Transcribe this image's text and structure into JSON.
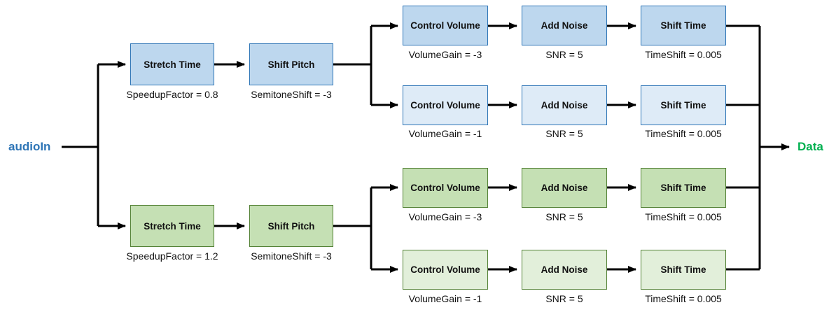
{
  "diagram": {
    "input": {
      "label": "audioIn"
    },
    "output": {
      "label": "Data"
    },
    "colors": {
      "blue_medium_fill": "#BDD7EE",
      "blue_light_fill": "#DEEBF7",
      "blue_border": "#2E75B6",
      "green_medium_fill": "#C5E0B4",
      "green_light_fill": "#E2EFDA",
      "green_border": "#538135",
      "wire": "#000000",
      "input_text": "#2E75B6",
      "output_text": "#00B050"
    },
    "branches": {
      "top": {
        "stretch_time": {
          "label": "Stretch Time",
          "param": "SpeedupFactor = 0.8"
        },
        "shift_pitch": {
          "label": "Shift Pitch",
          "param": "SemitoneShift = -3"
        },
        "chains": [
          {
            "control_volume": {
              "label": "Control Volume",
              "param": "VolumeGain = -3"
            },
            "add_noise": {
              "label": "Add Noise",
              "param": "SNR = 5"
            },
            "shift_time": {
              "label": "Shift Time",
              "param": "TimeShift = 0.005"
            }
          },
          {
            "control_volume": {
              "label": "Control Volume",
              "param": "VolumeGain = -1"
            },
            "add_noise": {
              "label": "Add Noise",
              "param": "SNR = 5"
            },
            "shift_time": {
              "label": "Shift Time",
              "param": "TimeShift = 0.005"
            }
          }
        ]
      },
      "bottom": {
        "stretch_time": {
          "label": "Stretch Time",
          "param": "SpeedupFactor = 1.2"
        },
        "shift_pitch": {
          "label": "Shift Pitch",
          "param": "SemitoneShift = -3"
        },
        "chains": [
          {
            "control_volume": {
              "label": "Control Volume",
              "param": "VolumeGain = -3"
            },
            "add_noise": {
              "label": "Add Noise",
              "param": "SNR = 5"
            },
            "shift_time": {
              "label": "Shift Time",
              "param": "TimeShift = 0.005"
            }
          },
          {
            "control_volume": {
              "label": "Control Volume",
              "param": "VolumeGain = -1"
            },
            "add_noise": {
              "label": "Add Noise",
              "param": "SNR = 5"
            },
            "shift_time": {
              "label": "Shift Time",
              "param": "TimeShift = 0.005"
            }
          }
        ]
      }
    }
  }
}
